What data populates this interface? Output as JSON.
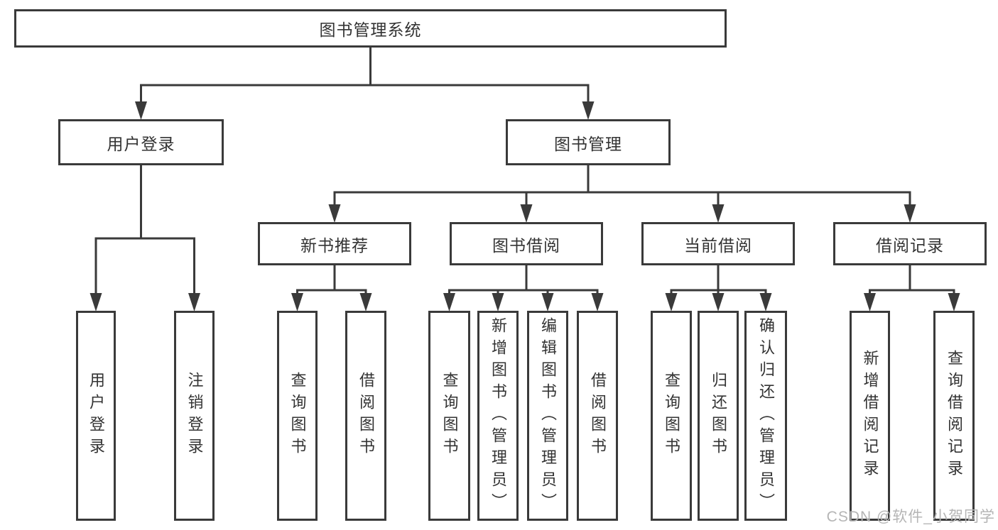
{
  "title": "图书管理系统",
  "tree": {
    "id": "root",
    "label": "图书管理系统",
    "children": [
      {
        "id": "login",
        "label": "用户登录",
        "children": [
          {
            "id": "l1a",
            "label": "用户登录"
          },
          {
            "id": "l1b",
            "label": "注销登录"
          }
        ]
      },
      {
        "id": "mgmt",
        "label": "图书管理",
        "children": [
          {
            "id": "g1",
            "label": "新书推荐",
            "children": [
              {
                "id": "l2a",
                "label": "查询图书"
              },
              {
                "id": "l2b",
                "label": "借阅图书"
              }
            ]
          },
          {
            "id": "g2",
            "label": "图书借阅",
            "children": [
              {
                "id": "l3a",
                "label": "查询图书"
              },
              {
                "id": "l3b",
                "label": "新增图书（管理员）"
              },
              {
                "id": "l3c",
                "label": "编辑图书（管理员）"
              },
              {
                "id": "l3d",
                "label": "借阅图书"
              }
            ]
          },
          {
            "id": "g3",
            "label": "当前借阅",
            "children": [
              {
                "id": "l4a",
                "label": "查询图书"
              },
              {
                "id": "l4b",
                "label": "归还图书"
              },
              {
                "id": "l4c",
                "label": "确认归还（管理员）"
              }
            ]
          },
          {
            "id": "g4",
            "label": "借阅记录",
            "children": [
              {
                "id": "l5a",
                "label": "新增借阅记录"
              },
              {
                "id": "l5b",
                "label": "查询借阅记录"
              }
            ]
          }
        ]
      }
    ]
  },
  "watermark": {
    "text": "CSDN @软件_小贺同学",
    "color": "#b5b5b5"
  },
  "colors": {
    "line": "#3a3a3a",
    "text": "#333333",
    "background": "#ffffff"
  }
}
